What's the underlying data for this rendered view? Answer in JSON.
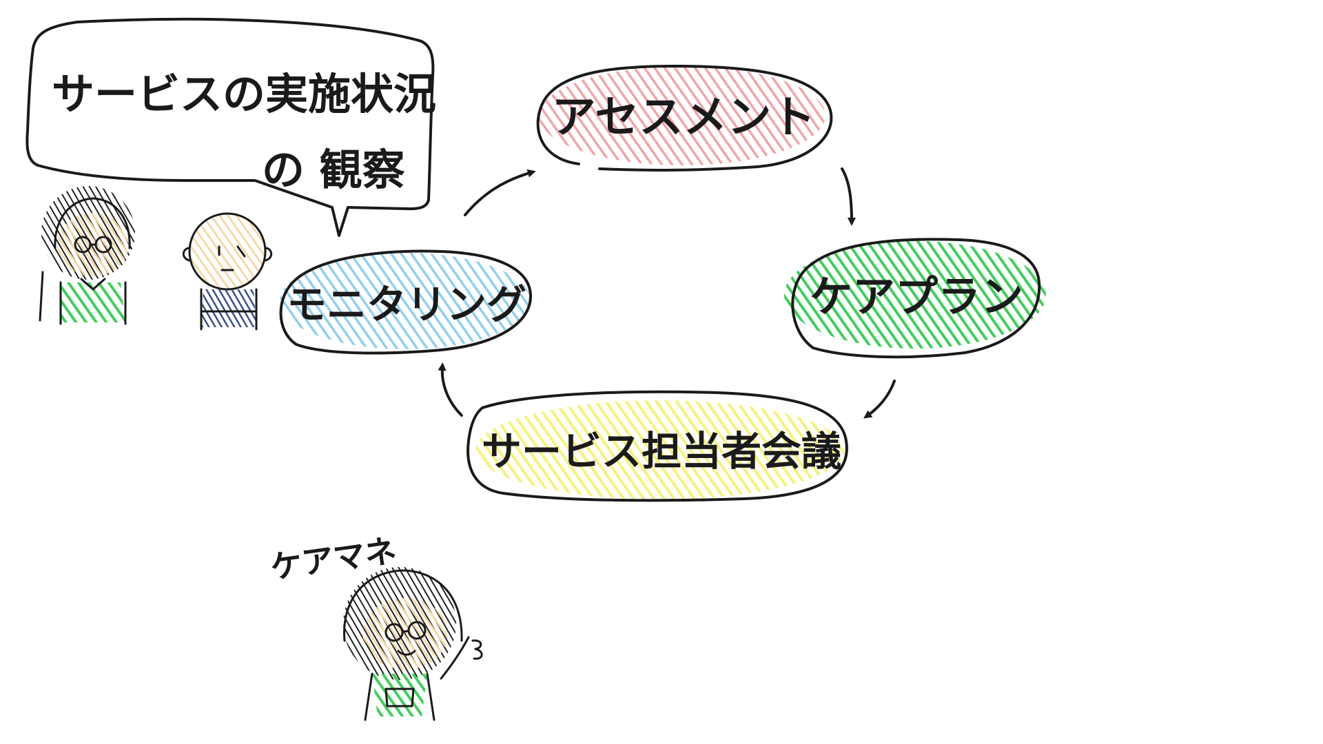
{
  "nodes": {
    "assessment": {
      "label": "アセスメント",
      "color": "#f4a3a8"
    },
    "careplan": {
      "label": "ケアプラン",
      "color": "#3fcf5a"
    },
    "meeting": {
      "label": "サービス担当者会議",
      "color": "#f6f27a"
    },
    "monitoring": {
      "label": "モニタリング",
      "color": "#8fd0ef"
    }
  },
  "speech_bubble": {
    "line1": "サービスの実施状況",
    "line2": "の 観察"
  },
  "caption": {
    "care_manager": "ケアマネ"
  },
  "colors": {
    "ink": "#1a1a1a",
    "skin": "#f6d9a8",
    "hair": "#222222",
    "shirt_green": "#3fcf5a",
    "shirt_navy": "#3b4f8a"
  }
}
